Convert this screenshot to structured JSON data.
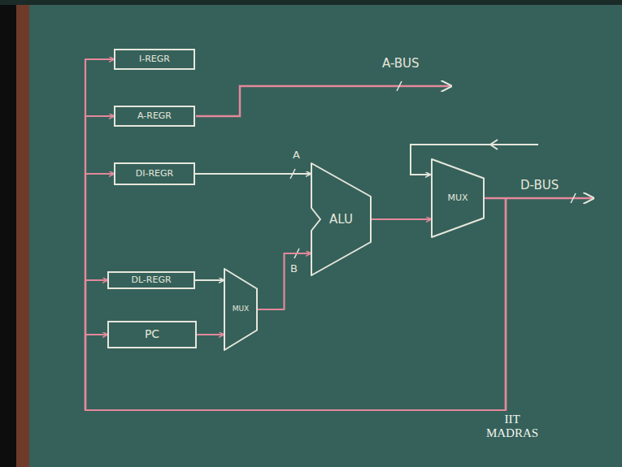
{
  "diagram": {
    "nodes": [
      {
        "text": [
          "I-REGR"
        ]
      },
      {
        "text": [
          "A-REGR"
        ]
      },
      {
        "text": [
          "DI-REGR"
        ]
      },
      {
        "text": [
          "DL-REGR"
        ]
      },
      {
        "text": [
          "PC"
        ]
      },
      {
        "text": [
          "MUX"
        ]
      },
      {
        "text": [
          "ALU"
        ]
      },
      {
        "text": [
          "MUX"
        ]
      }
    ],
    "edges": [
      {
        "from": 2,
        "to": 6,
        "arrow": "to"
      },
      {
        "from": 3,
        "to": 5,
        "arrow": "to"
      },
      {
        "from": 4,
        "to": 5,
        "arrow": "to"
      },
      {
        "from": 5,
        "to": 6,
        "arrow": "to"
      },
      {
        "from": 6,
        "to": 7,
        "arrow": "to"
      },
      {
        "from": 7,
        "to": 0,
        "arrow": "to"
      },
      {
        "from": 7,
        "to": 1,
        "arrow": "to"
      },
      {
        "from": 7,
        "to": 2,
        "arrow": "to"
      },
      {
        "from": 7,
        "to": 3,
        "arrow": "to"
      },
      {
        "from": 7,
        "to": 4,
        "arrow": "to"
      }
    ],
    "labels": [
      "A-BUS",
      "A",
      "B",
      "D-BUS",
      "IIT MADRAS"
    ]
  }
}
